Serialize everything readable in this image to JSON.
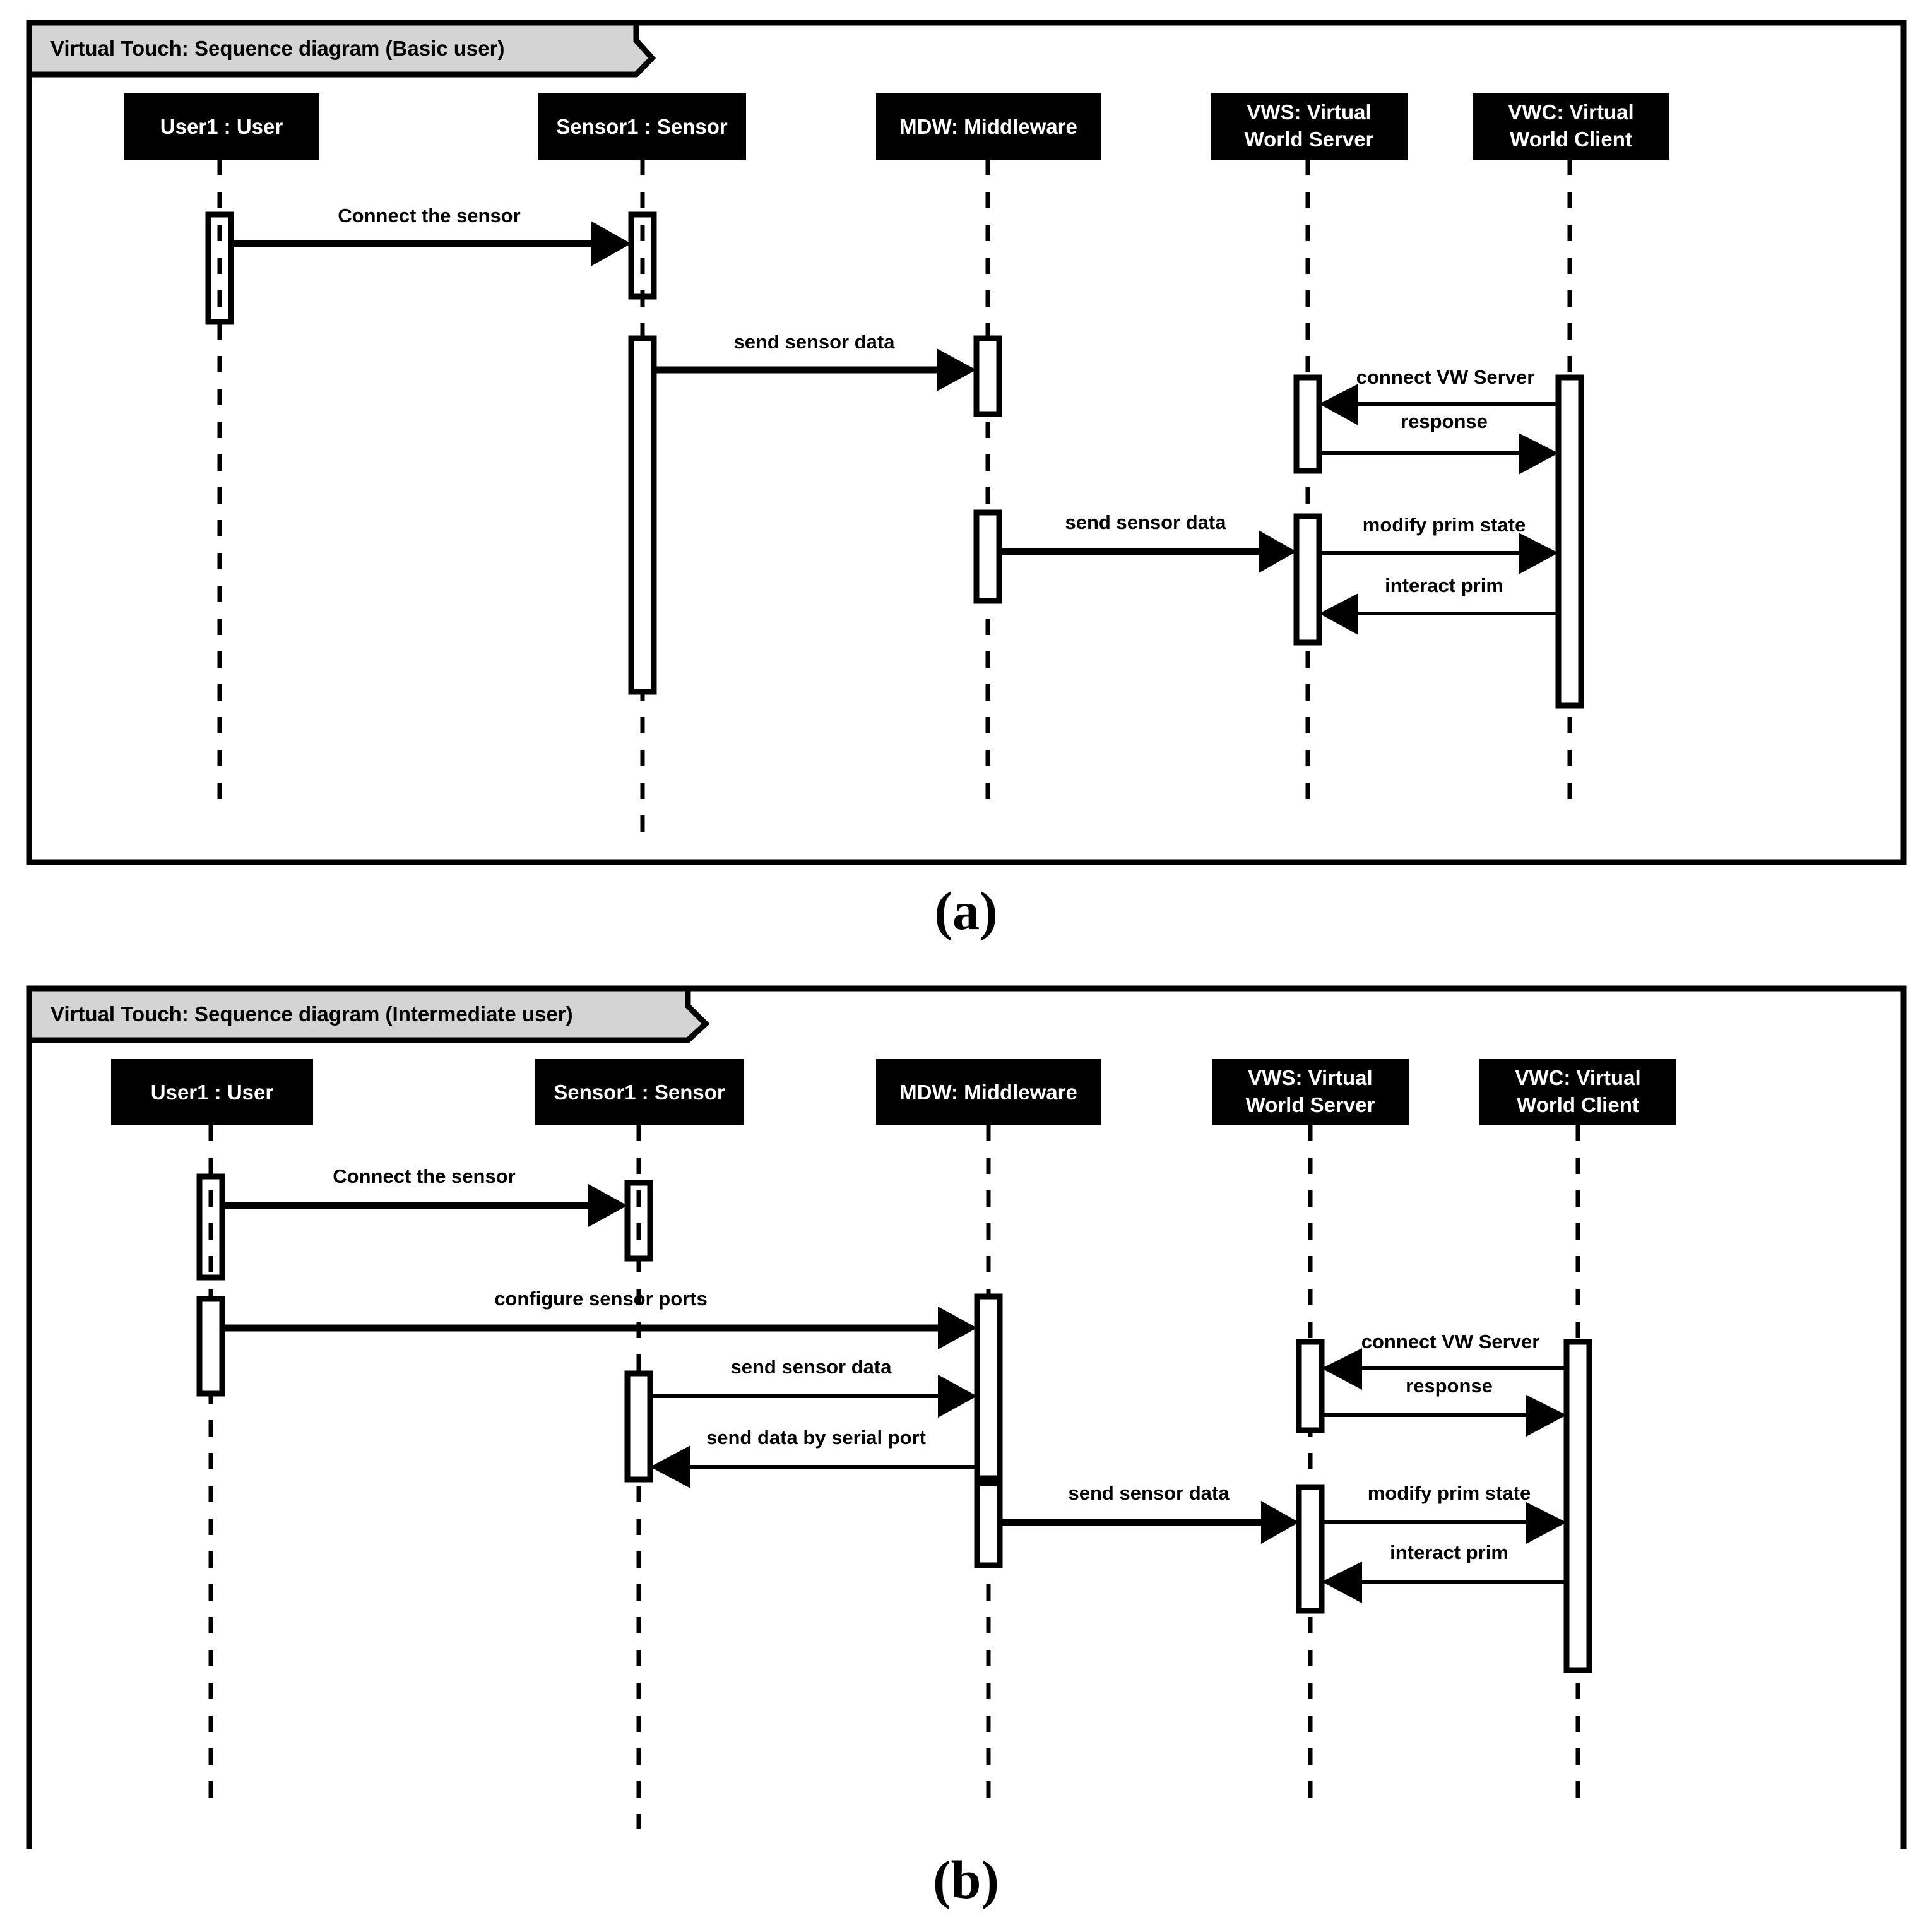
{
  "figure": {
    "panels": [
      {
        "id": "panel-a",
        "caption": "(a)",
        "frame_title": "Virtual Touch: Sequence diagram (Basic user)",
        "participants": [
          {
            "id": "user1",
            "label": "User1 : User",
            "lines": [
              "User1 : User"
            ]
          },
          {
            "id": "sensor1",
            "label": "Sensor1 : Sensor",
            "lines": [
              "Sensor1 : Sensor"
            ]
          },
          {
            "id": "mdw",
            "label": "MDW: Middleware",
            "lines": [
              "MDW: Middleware"
            ]
          },
          {
            "id": "vws",
            "label": "VWS: Virtual World Server",
            "lines": [
              "VWS: Virtual",
              "World Server"
            ]
          },
          {
            "id": "vwc",
            "label": "VWC: Virtual World Client",
            "lines": [
              "VWC: Virtual",
              "World Client"
            ]
          }
        ],
        "messages": [
          {
            "label": "Connect the sensor",
            "from": "user1",
            "to": "sensor1",
            "direction": "right",
            "style": "thick"
          },
          {
            "label": "send sensor data",
            "from": "sensor1",
            "to": "mdw",
            "direction": "right",
            "style": "thick"
          },
          {
            "label": "connect VW Server",
            "from": "vwc",
            "to": "vws",
            "direction": "left",
            "style": "thin"
          },
          {
            "label": "response",
            "from": "vws",
            "to": "vwc",
            "direction": "right",
            "style": "thin"
          },
          {
            "label": "send sensor data",
            "from": "mdw",
            "to": "vws",
            "direction": "right",
            "style": "thick"
          },
          {
            "label": "modify prim state",
            "from": "vws",
            "to": "vwc",
            "direction": "right",
            "style": "thin"
          },
          {
            "label": "interact prim",
            "from": "vwc",
            "to": "vws",
            "direction": "left",
            "style": "thin"
          }
        ]
      },
      {
        "id": "panel-b",
        "caption": "(b)",
        "frame_title": "Virtual Touch: Sequence diagram (Intermediate user)",
        "participants": [
          {
            "id": "user1",
            "label": "User1 : User",
            "lines": [
              "User1 : User"
            ]
          },
          {
            "id": "sensor1",
            "label": "Sensor1 : Sensor",
            "lines": [
              "Sensor1 : Sensor"
            ]
          },
          {
            "id": "mdw",
            "label": "MDW: Middleware",
            "lines": [
              "MDW: Middleware"
            ]
          },
          {
            "id": "vws",
            "label": "VWS: Virtual World Server",
            "lines": [
              "VWS: Virtual",
              "World Server"
            ]
          },
          {
            "id": "vwc",
            "label": "VWC: Virtual World Client",
            "lines": [
              "VWC: Virtual",
              "World Client"
            ]
          }
        ],
        "messages": [
          {
            "label": "Connect the sensor",
            "from": "user1",
            "to": "sensor1",
            "direction": "right",
            "style": "thick"
          },
          {
            "label": "configure sensor ports",
            "from": "user1",
            "to": "mdw",
            "direction": "right",
            "style": "thick"
          },
          {
            "label": "send sensor data",
            "from": "sensor1",
            "to": "mdw",
            "direction": "right",
            "style": "thin"
          },
          {
            "label": "send data by serial port",
            "from": "mdw",
            "to": "sensor1",
            "direction": "left",
            "style": "thin"
          },
          {
            "label": "connect VW Server",
            "from": "vwc",
            "to": "vws",
            "direction": "left",
            "style": "thin"
          },
          {
            "label": "response",
            "from": "vws",
            "to": "vwc",
            "direction": "right",
            "style": "thin"
          },
          {
            "label": "send sensor data",
            "from": "mdw",
            "to": "vws",
            "direction": "right",
            "style": "thick"
          },
          {
            "label": "modify prim state",
            "from": "vws",
            "to": "vwc",
            "direction": "right",
            "style": "thin"
          },
          {
            "label": "interact prim",
            "from": "vwc",
            "to": "vws",
            "direction": "left",
            "style": "thin"
          }
        ]
      }
    ]
  },
  "colors": {
    "frame_border": "#000000",
    "frame_tab_fill": "#d4d4d4",
    "participant_fill": "#000000",
    "participant_text": "#ffffff",
    "background": "#ffffff",
    "line": "#000000"
  }
}
